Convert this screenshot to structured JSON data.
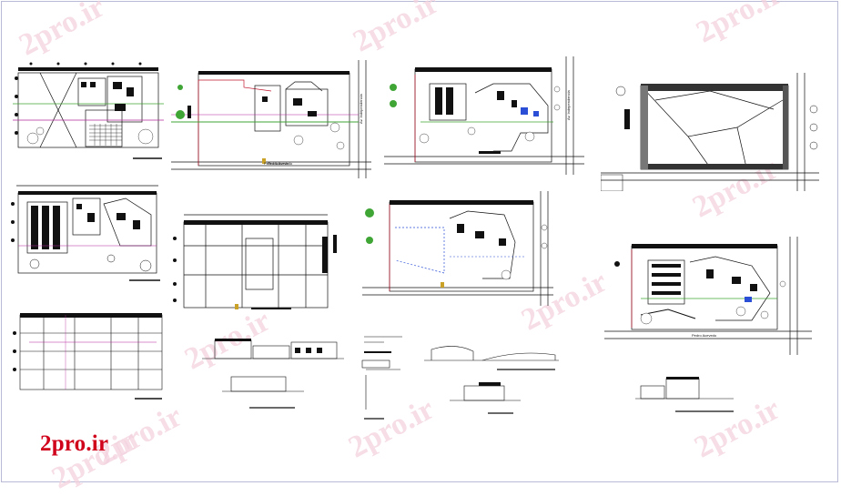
{
  "logo": {
    "text": "2pro.ir",
    "color": "#d0021b"
  },
  "watermark": {
    "text": "2pro.ir",
    "color": "#f3d2de"
  },
  "labels": {
    "access_a": "Pedro Acevedo",
    "access_b": "Pedro Acevedo",
    "access_c": "Pedro Acevedo",
    "street_a": "Av. Independencia",
    "street_b": "Av. Independencia"
  },
  "colors": {
    "line": "#111111",
    "accent_red": "#c0172e",
    "accent_green": "#3fa535",
    "accent_magenta": "#b2279c",
    "accent_blue": "#2a4fd6",
    "tree": "#2f8a2f"
  }
}
